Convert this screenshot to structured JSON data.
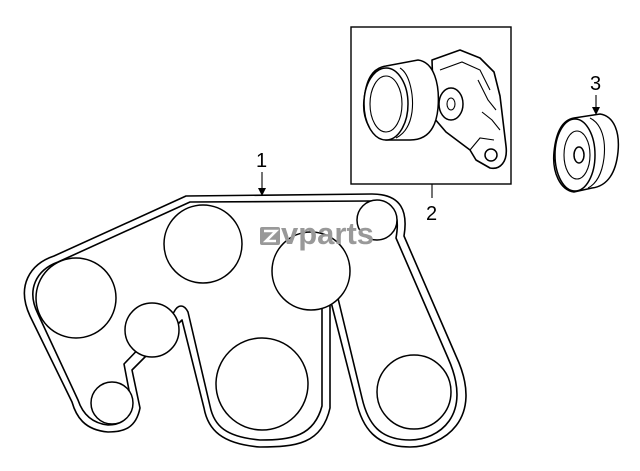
{
  "callouts": {
    "belt": "1",
    "tensioner": "2",
    "idler": "3"
  },
  "watermark": {
    "text": "vparts",
    "logo_icon": "ev-logo-icon"
  },
  "colors": {
    "line": "#000000",
    "watermark": "#999999",
    "background": "#ffffff"
  }
}
